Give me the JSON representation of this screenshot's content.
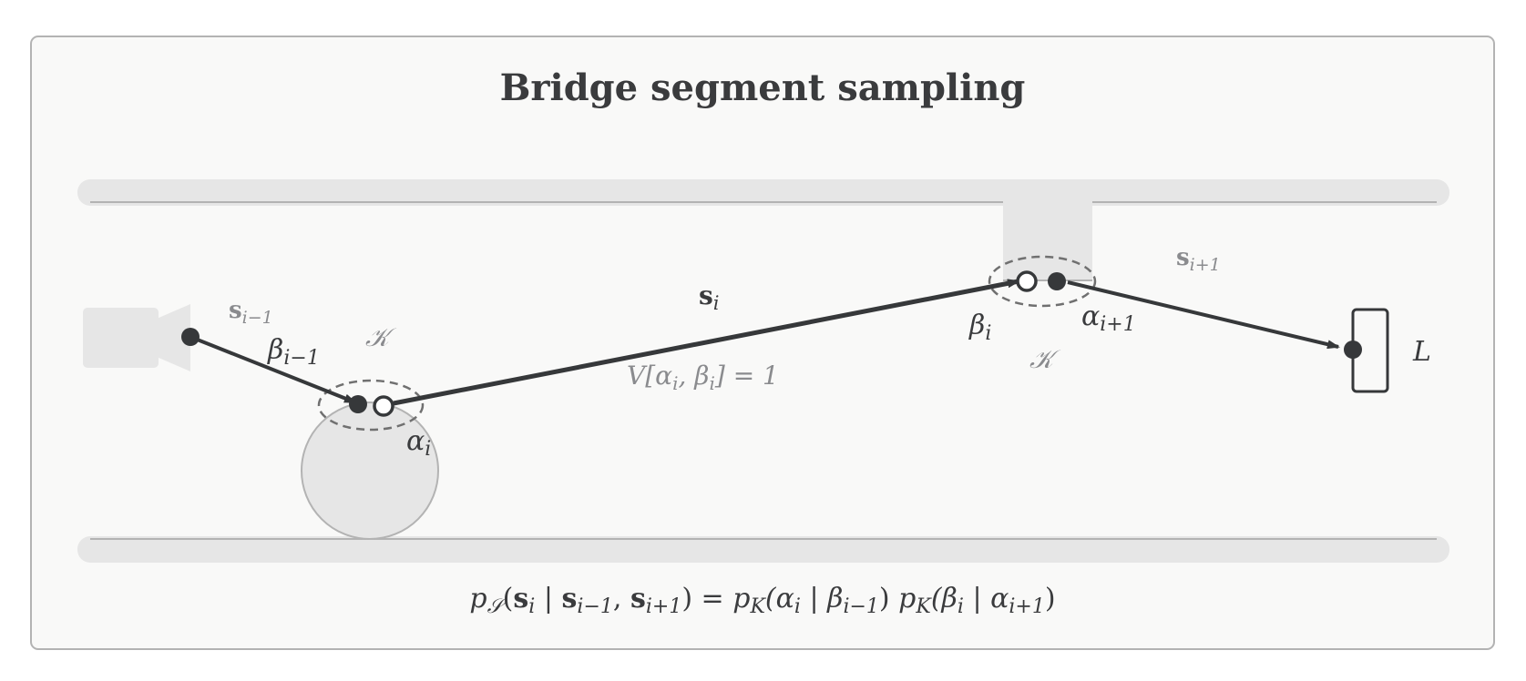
{
  "title": "Bridge segment sampling",
  "colors": {
    "panel_fill": "#f9f9f8",
    "panel_stroke": "#b3b3b3",
    "wall_fill": "#e6e6e6",
    "wall_line": "#b3b3b3",
    "ink": "#36383a",
    "grey_text": "#8a8b8e",
    "dashed": "#707070"
  },
  "labels": {
    "s_prev_base": "s",
    "s_prev_sub": "i−1",
    "s_i_base": "s",
    "s_i_sub": "i",
    "s_next_base": "s",
    "s_next_sub": "i+1",
    "beta_prev_base": "β",
    "beta_prev_sub": "i−1",
    "alpha_i_base": "α",
    "alpha_i_sub": "i",
    "beta_i_base": "β",
    "beta_i_sub": "i",
    "alpha_next_base": "α",
    "alpha_next_sub": "i+1",
    "kernel_left": "𝒦",
    "kernel_right": "𝒦",
    "visibility": "V[α",
    "visibility_sub": "i",
    "visibility_mid": ", β",
    "visibility_sub2": "i",
    "visibility_end": "] = 1",
    "light": "L"
  },
  "formula": {
    "p": "p",
    "s_sub": "𝒮",
    "open": "(",
    "s_i": "s",
    "s_i_sub": "i",
    "bar1": " | ",
    "s_prev": "s",
    "s_prev_sub": "i−1",
    "comma": ", ",
    "s_next": "s",
    "s_next_sub": "i+1",
    "close_eq": ") = ",
    "pk1": "p",
    "pk1_sub": "K",
    "arg1_open": "(α",
    "arg1_a_sub": "i",
    "arg1_bar": " | β",
    "arg1_b_sub": "i−1",
    "arg1_close": ")",
    "pk2": " p",
    "pk2_sub": "K",
    "arg2_open": "(β",
    "arg2_b_sub": "i",
    "arg2_bar": " | α",
    "arg2_a_sub": "i+1",
    "arg2_close": ")"
  },
  "icons": {
    "camera": "camera-icon",
    "light": "area-light-icon"
  }
}
